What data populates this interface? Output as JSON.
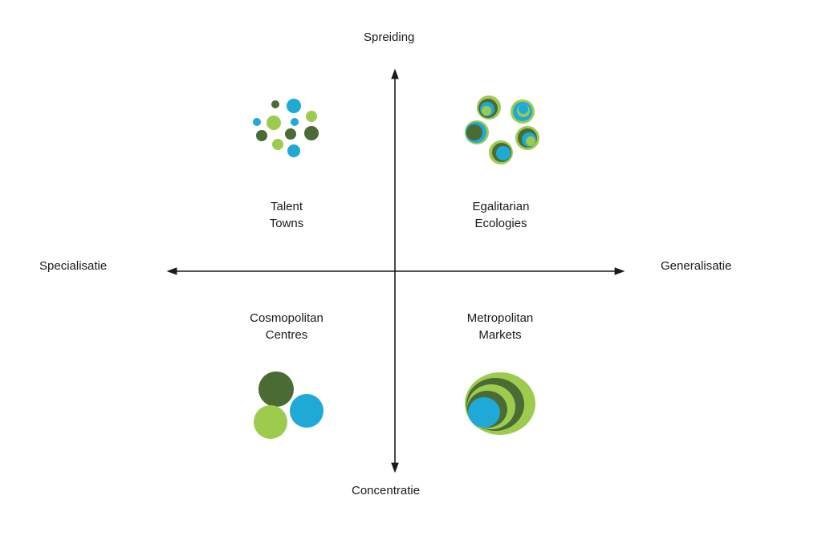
{
  "axes": {
    "top": "Spreiding",
    "bottom": "Concentratie",
    "left": "Specialisatie",
    "right": "Generalisatie"
  },
  "quadrants": {
    "top_left": {
      "line1": "Talent",
      "line2": "Towns"
    },
    "top_right": {
      "line1": "Egalitarian",
      "line2": "Ecologies"
    },
    "bottom_left": {
      "line1": "Cosmopolitan",
      "line2": "Centres"
    },
    "bottom_right": {
      "line1": "Metropolitan",
      "line2": "Markets"
    }
  },
  "colors": {
    "dark_green": "#4a6b34",
    "light_green": "#9dcb4e",
    "cyan": "#1ea9d6",
    "axis": "#1a1a1a"
  }
}
